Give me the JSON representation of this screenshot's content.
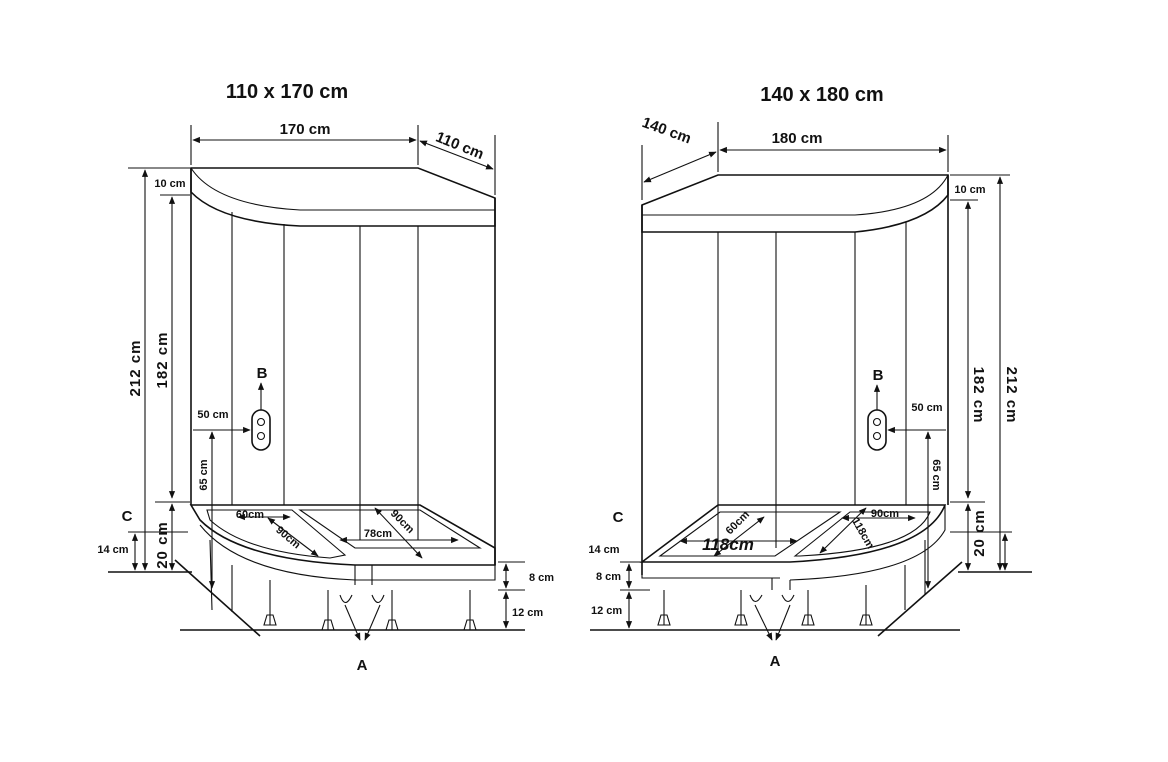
{
  "left": {
    "title": "110 x 170 cm",
    "width": "170 cm",
    "depth": "110 cm",
    "total_height": "212 cm",
    "cabin_height": "182 cm",
    "canopy_height": "10 cm",
    "tray_height": "20 cm",
    "floor_to_tray": "14 cm",
    "panel_to_control": "50 cm",
    "control_height": "65 cm",
    "seat_width": "60cm",
    "seat_diag": "90cm",
    "tray_width": "78cm",
    "tray_depth": "90cm",
    "tray_rim": "8 cm",
    "leg_height": "12 cm",
    "label_a": "A",
    "label_b": "B",
    "label_c": "C"
  },
  "right": {
    "title": "140 x 180 cm",
    "width": "180 cm",
    "depth": "140 cm",
    "total_height": "212 cm",
    "cabin_height": "182 cm",
    "canopy_height": "10 cm",
    "tray_height": "20 cm",
    "floor_to_tray": "14 cm",
    "panel_to_control": "50 cm",
    "control_height": "65 cm",
    "seat_depth": "60cm",
    "seat_width": "118cm",
    "tray_width": "90cm",
    "tray_depth": "118cm",
    "tray_rim": "8 cm",
    "leg_height": "12 cm",
    "label_a": "A",
    "label_b": "B",
    "label_c": "C"
  }
}
